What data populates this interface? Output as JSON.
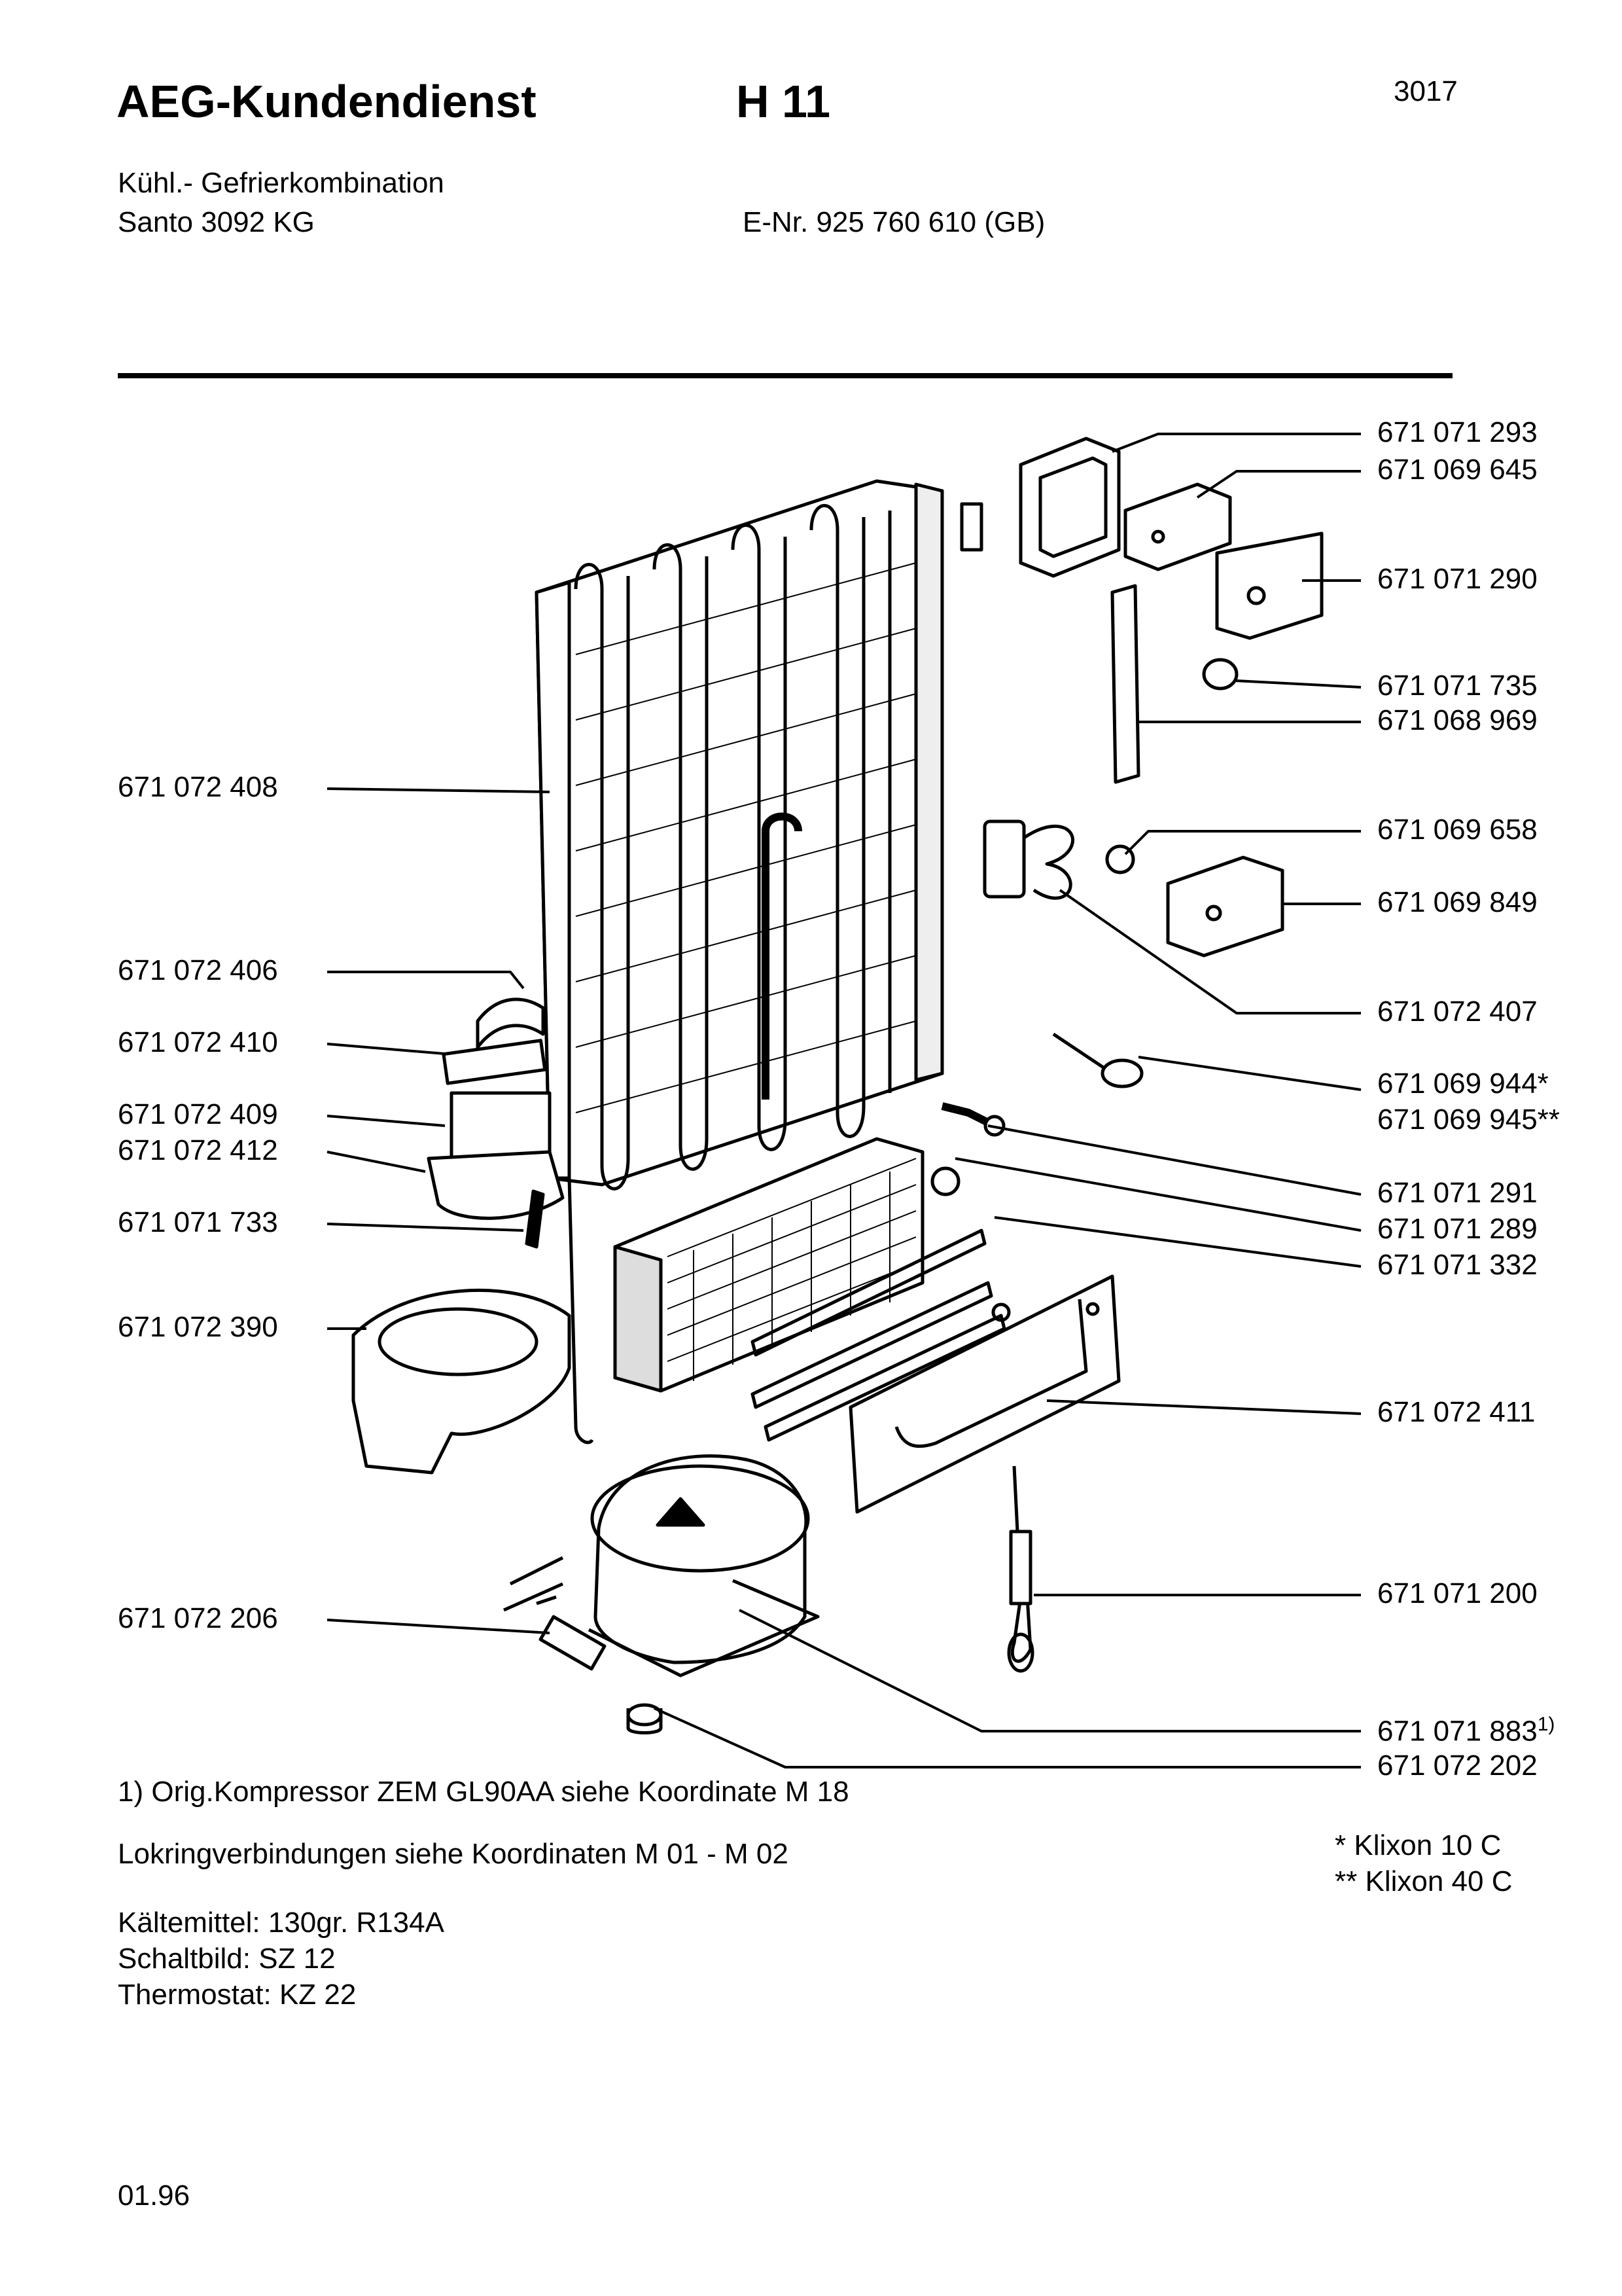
{
  "header": {
    "brand": "AEG-Kundendienst",
    "section": "H 11",
    "code": "3017",
    "appliance_type": "Kühl.- Gefrierkombination",
    "model": "Santo 3092 KG",
    "enr": "E-Nr. 925 760 610  (GB)"
  },
  "parts_left": [
    "671 072 408",
    "671 072 406",
    "671 072 410",
    "671 072 409",
    "671 072 412",
    "671 071 733",
    "671 072 390",
    "671 072 206"
  ],
  "parts_right": [
    "671 071 293",
    "671 069 645",
    "671 071 290",
    "671 071 735",
    "671 068 969",
    "671 069 658",
    "671 069 849",
    "671 072 407",
    "671 069 944*",
    "671 069 945**",
    "671 071 291",
    "671 071 289",
    "671 071 332",
    "671 072 411",
    "671 071 200",
    "671 071 883",
    "671 072 202"
  ],
  "footnote_marker": "1)",
  "notes": {
    "footnote": "1) Orig.Kompressor ZEM GL90AA siehe Koordinate M 18",
    "lokring": "Lokringverbindungen siehe Koordinaten M 01 - M 02",
    "refrigerant": "Kältemittel: 130gr. R134A",
    "wiring": "Schaltbild: SZ 12",
    "thermostat": "Thermostat: KZ 22",
    "klixon_10": "*  Klixon 10 C",
    "klixon_40": "** Klixon 40 C"
  },
  "date": "01.96"
}
